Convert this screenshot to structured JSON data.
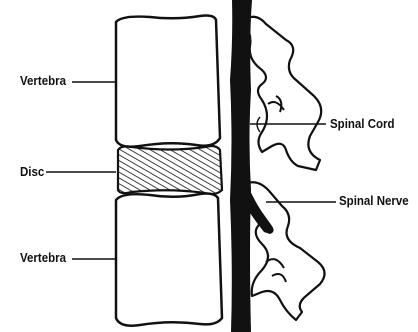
{
  "labels": {
    "vertebra_top": "Vertebra",
    "disc": "Disc",
    "vertebra_bottom": "Vertebra",
    "spinal_cord": "Spinal Cord",
    "spinal_nerve": "Spinal Nerve"
  },
  "colors": {
    "ink": "#111111",
    "background": "#ffffff"
  }
}
